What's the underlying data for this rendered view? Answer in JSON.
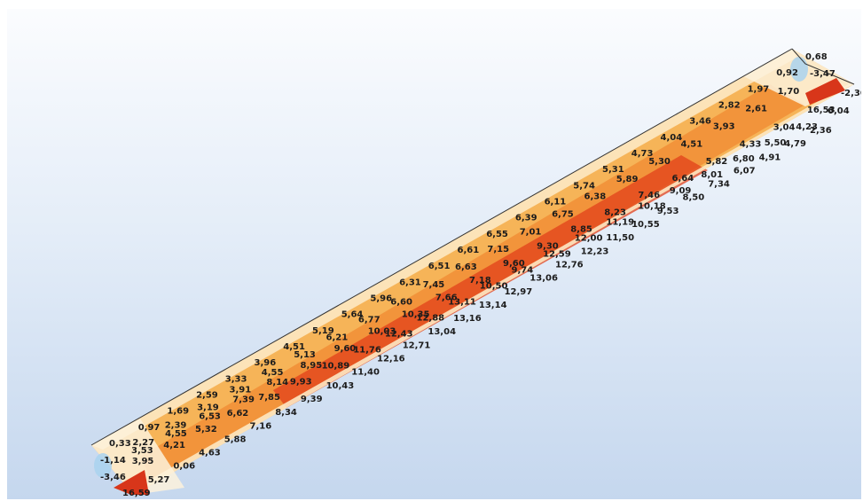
{
  "viewport": {
    "name": "3d-view"
  },
  "colors": {
    "low": "#fdf3dc",
    "mid": "#f7b24a",
    "high": "#e0301a",
    "negative": "#a9d2ee"
  },
  "labels": {
    "row1": [
      "0,33",
      "0,97",
      "1,69",
      "2,59",
      "3,33",
      "3,96",
      "4,51",
      "5,19",
      "5,64",
      "5,96",
      "6,31",
      "6,51",
      "6,61",
      "6,55",
      "6,39",
      "6,11",
      "5,74",
      "5,31",
      "4,73",
      "4,04",
      "3,46",
      "2,82",
      "1,97",
      "0,92",
      "0,68"
    ],
    "row2": [
      "-1,14",
      "2,27",
      "2,39",
      "3,19",
      "3,91",
      "4,55",
      "5,13",
      "6,21",
      "6,77",
      "6,60",
      "7,45",
      "6,63",
      "7,15",
      "7,01",
      "6,75",
      "6,38",
      "5,89",
      "5,30",
      "4,51",
      "3,93",
      "2,61",
      "1,70",
      "-3,47"
    ],
    "row3": [
      "3,53",
      "4,55",
      "6,53",
      "7,39",
      "8,14",
      "8,95",
      "9,60",
      "10,03",
      "10,35",
      "7,66",
      "7,18",
      "9,60",
      "9,30",
      "8,85",
      "8,23",
      "7,46",
      "6,64",
      "5,82",
      "4,33",
      "3,04",
      "16,53",
      "-2,30"
    ],
    "row4": [
      "-3,46",
      "3,95",
      "4,21",
      "5,32",
      "6,62",
      "7,85",
      "9,93",
      "10,89",
      "11,76",
      "12,43",
      "12,88",
      "13,11",
      "10,50",
      "9,74",
      "12,59",
      "12,00",
      "11,19",
      "10,18",
      "9,09",
      "8,01",
      "6,80",
      "5,50",
      "4,23",
      "6,04"
    ],
    "row5": [
      "16,59",
      "5,27",
      "0,06",
      "4,63",
      "5,88",
      "7,16",
      "8,34",
      "9,39",
      "10,43",
      "11,40",
      "12,16",
      "12,71",
      "13,04",
      "13,16",
      "13,14",
      "12,97",
      "13,06",
      "12,76",
      "12,23",
      "11,50",
      "10,55",
      "9,53",
      "8,50",
      "7,34",
      "6,07",
      "4,91",
      "4,79",
      "2,36"
    ]
  }
}
